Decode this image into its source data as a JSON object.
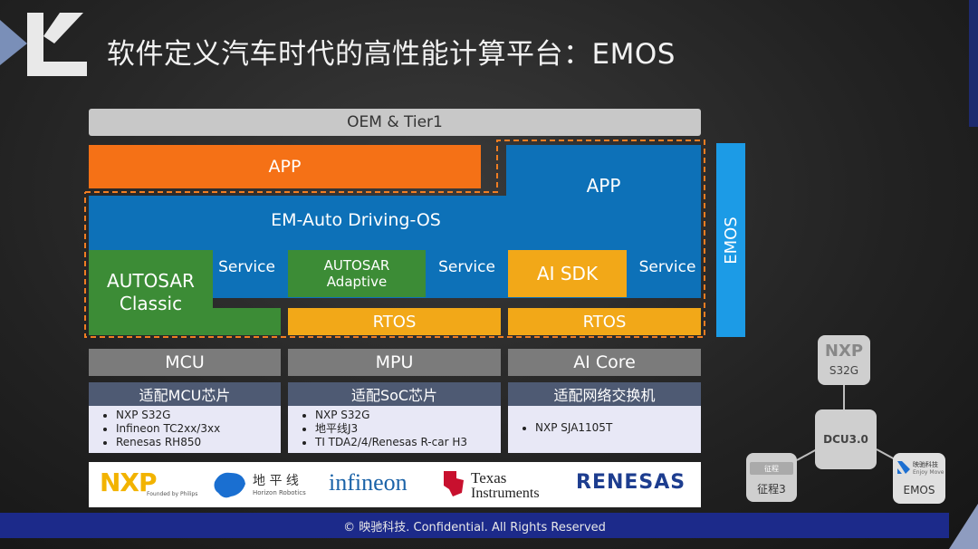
{
  "slide": {
    "title": "软件定义汽车时代的高性能计算平台：EMOS",
    "footer": "© 映驰科技. Confidential. All Rights Reserved"
  },
  "stack": {
    "oem": "OEM & Tier1",
    "app_left": "APP",
    "app_right": "APP",
    "driving_os": "EM-Auto Driving-OS",
    "autosar_classic": "AUTOSAR\nClassic",
    "service_1": "Service",
    "autosar_adaptive": "AUTOSAR\nAdaptive",
    "service_2": "Service",
    "ai_sdk": "AI SDK",
    "service_3": "Service",
    "rtos_1": "RTOS",
    "rtos_2": "RTOS",
    "emos_label": "EMOS"
  },
  "chips": [
    {
      "name": "MCU",
      "adapt": "适配MCU芯片",
      "items": [
        "NXP S32G",
        "Infineon TC2xx/3xx",
        "Renesas RH850"
      ]
    },
    {
      "name": "MPU",
      "adapt": "适配SoC芯片",
      "items": [
        "NXP S32G",
        "地平线J3",
        "TI TDA2/4/Renesas R-car H3"
      ]
    },
    {
      "name": "AI Core",
      "adapt": "适配网络交换机",
      "items": [
        "NXP SJA1105T"
      ]
    }
  ],
  "logos": {
    "nxp": "NXP",
    "nxp_sub": "Founded by Philips",
    "horizon": "地 平 线",
    "horizon_sub": "Horizon Robotics",
    "infineon": "infineon",
    "ti_line1": "Texas",
    "ti_line2": "Instruments",
    "renesas": "RENESAS"
  },
  "network": {
    "nxp_logo": "NXP",
    "nxp_chip": "S32G",
    "dcu": "DCU3.0",
    "zhengcheng_logo": "征程",
    "zhengcheng": "征程3",
    "emos_brand": "映驰科技",
    "emos_sub": "Enjoy Move",
    "emos": "EMOS"
  },
  "colors": {
    "orange": "#f57116",
    "blue": "#0d71b8",
    "green": "#3c8c36",
    "yellow": "#f2a818",
    "footer": "#1c2a8a"
  }
}
